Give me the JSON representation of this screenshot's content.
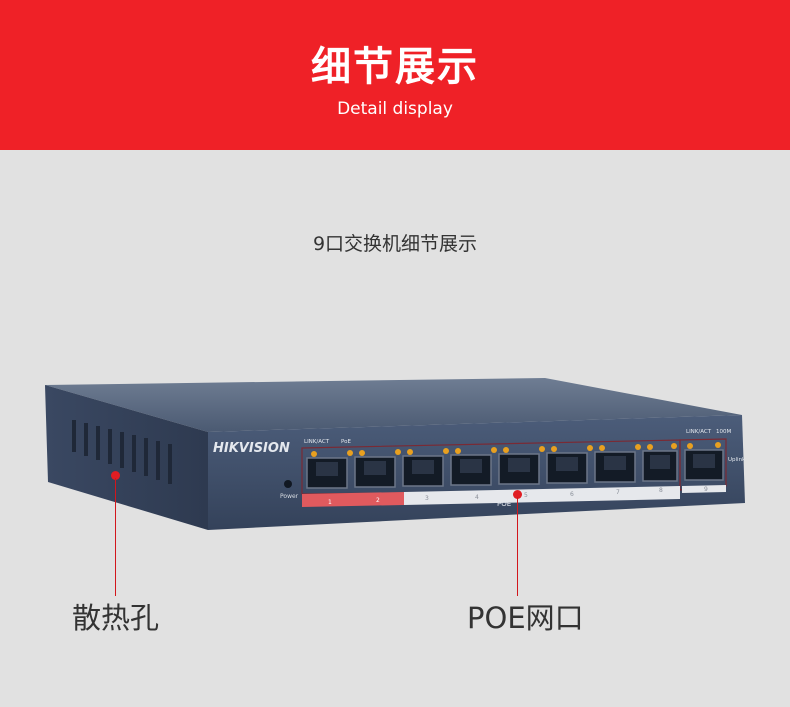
{
  "header": {
    "title": "细节展示",
    "subtitle": "Detail display"
  },
  "caption": "9口交换机细节展示",
  "device": {
    "brand_logo": "HIKVISION",
    "power_label": "Power",
    "indicator_label_left": "LINK/ACT",
    "indicator_label_poe": "PoE",
    "indicator_label_right": "LINK/ACT",
    "speed_label": "100M",
    "uplink_label": "Uplink",
    "poe_group_label": "POE",
    "port_numbers": [
      "1",
      "2",
      "3",
      "4",
      "5",
      "6",
      "7",
      "8",
      "9"
    ]
  },
  "callouts": {
    "vents": "散热孔",
    "poe_ports": "POE网口"
  },
  "colors": {
    "banner": "#ef2127",
    "device_body": "#3d4d66",
    "accent_red": "#d2161c",
    "led": "#e8a020"
  }
}
